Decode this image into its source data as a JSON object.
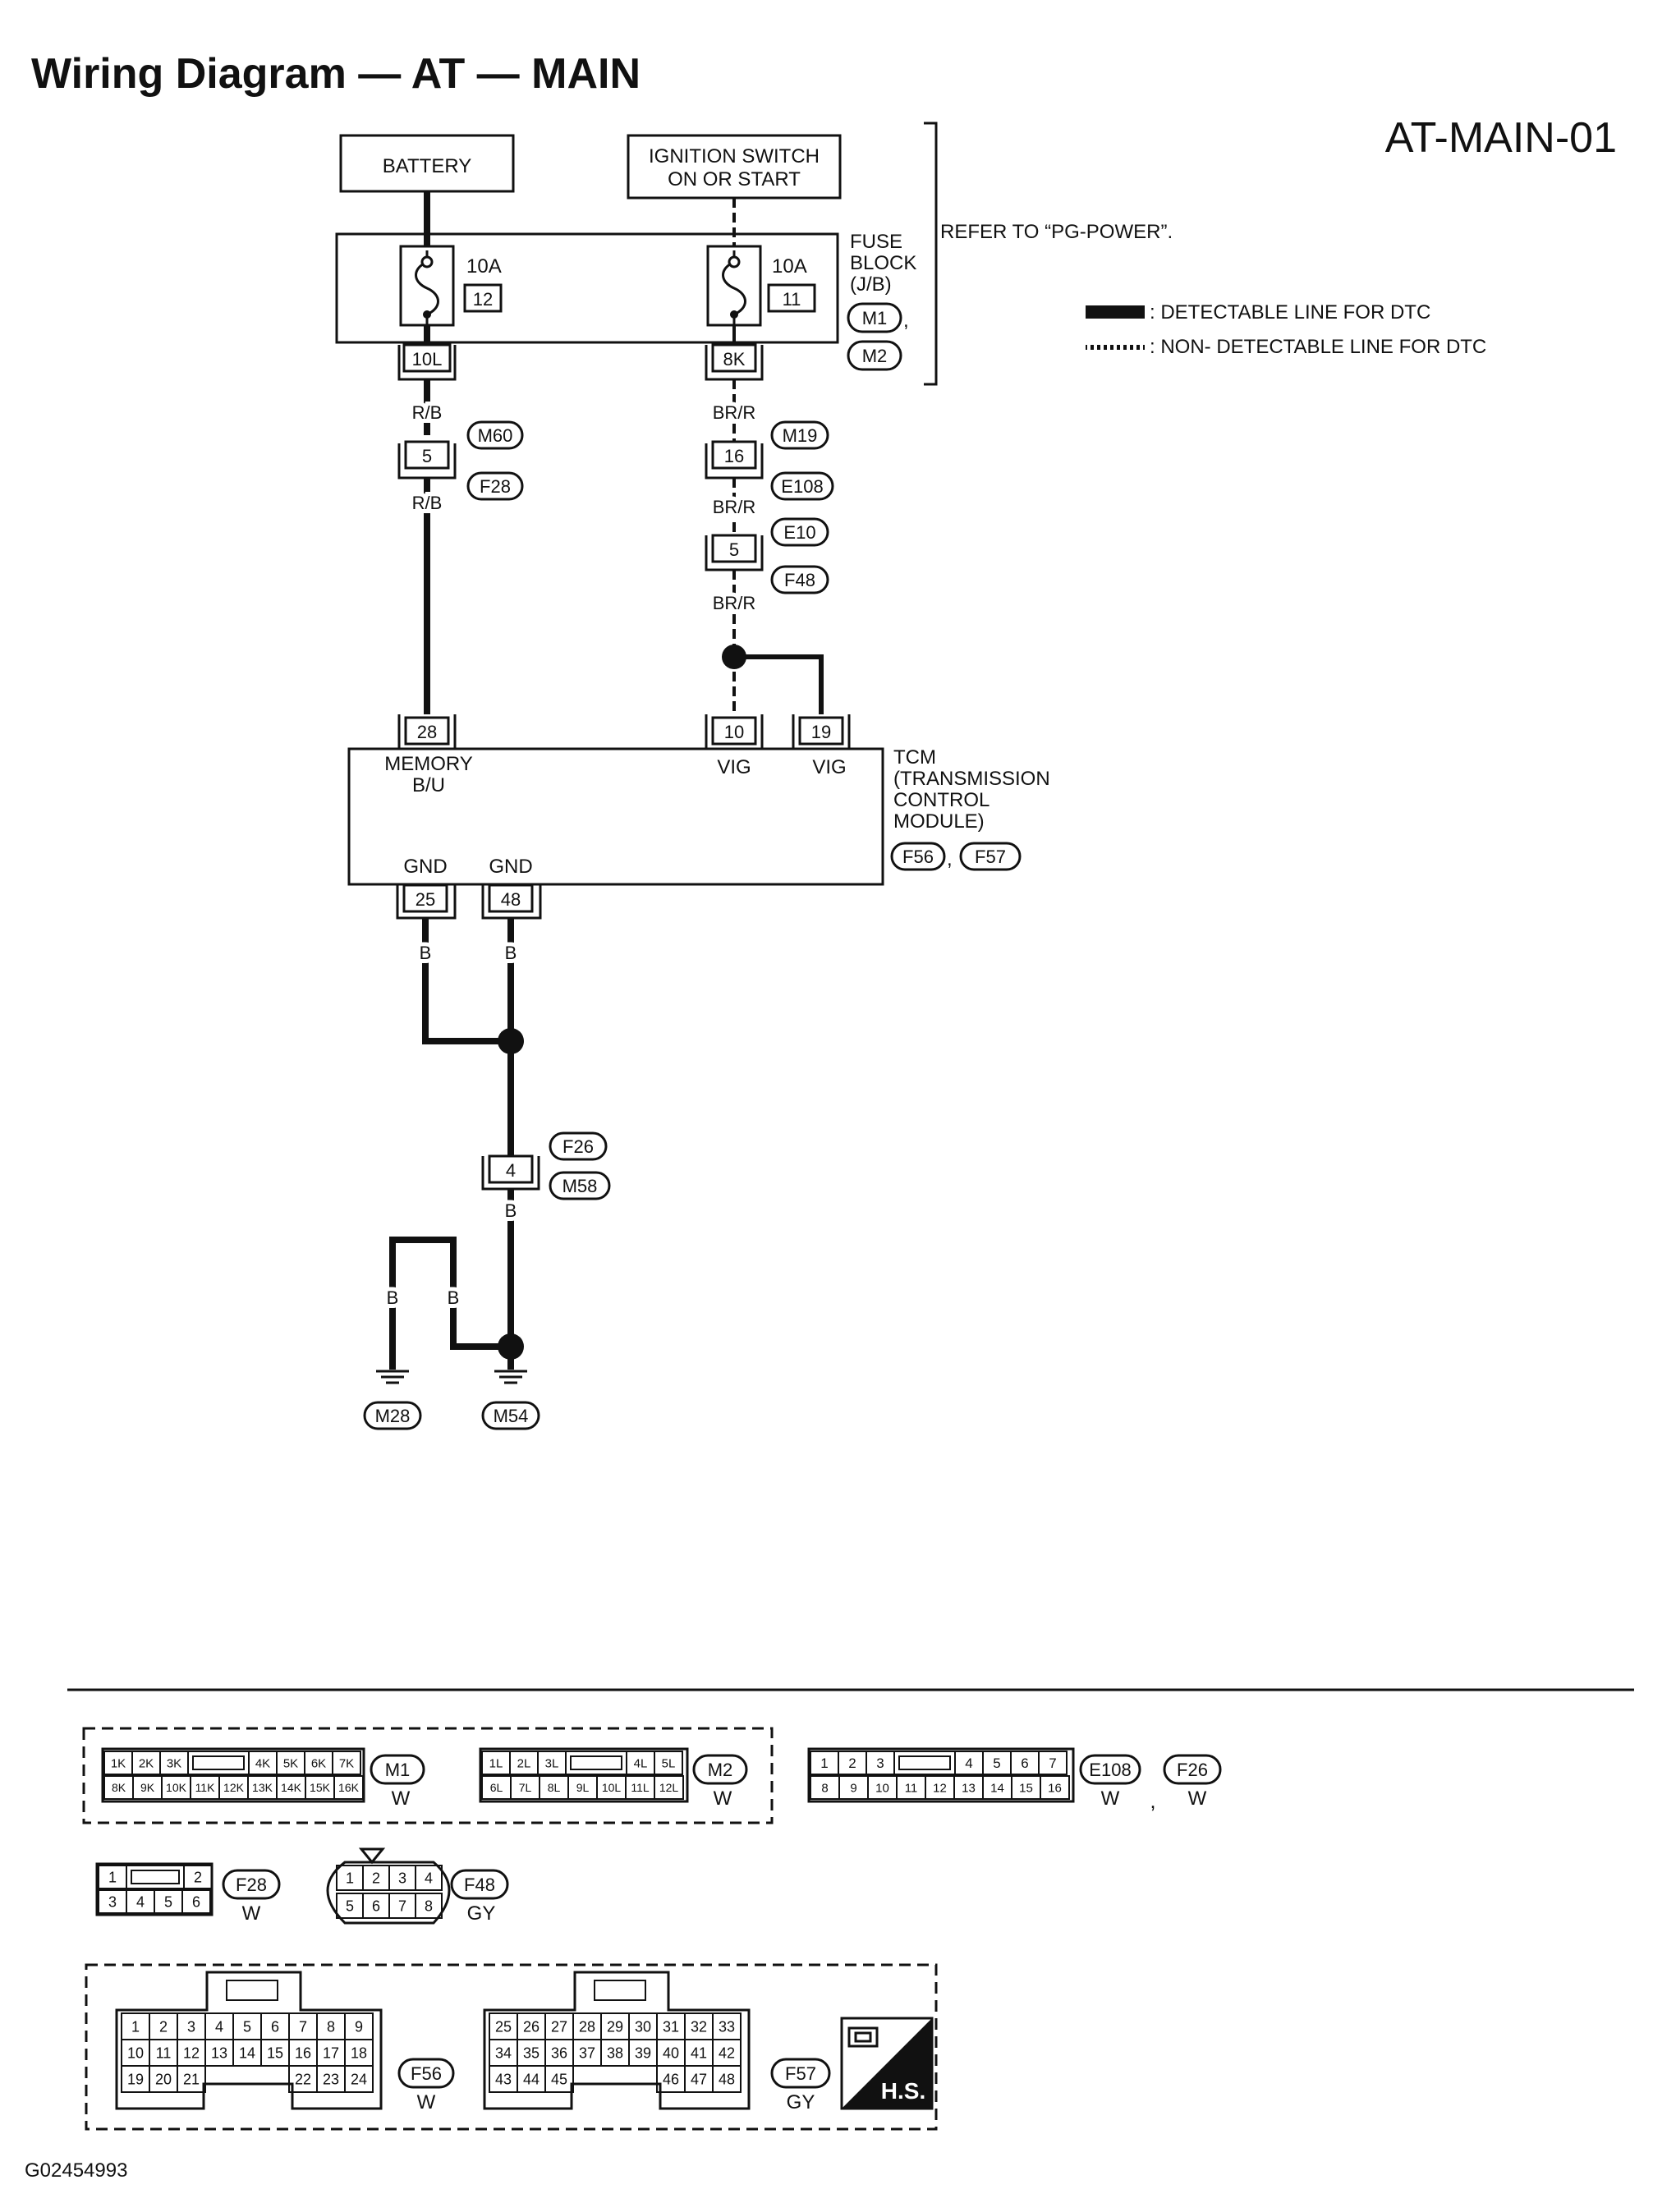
{
  "header": {
    "title": "Wiring Diagram — AT — MAIN",
    "page_id": "AT-MAIN-01"
  },
  "footer": {
    "code": "G02454993"
  },
  "power": {
    "battery": "BATTERY",
    "ign_line1": "IGNITION SWITCH",
    "ign_line2": "ON OR START",
    "refer": "REFER TO “PG-POWER”."
  },
  "fuse_block": {
    "label1": "FUSE",
    "label2": "BLOCK",
    "label3": "(J/B)",
    "conn1": "M1",
    "conn2": "M2",
    "comma": ",",
    "fuse_a_amp": "10A",
    "fuse_a_no": "12",
    "fuse_a_term": "10L",
    "fuse_b_amp": "10A",
    "fuse_b_no": "11",
    "fuse_b_term": "8K"
  },
  "legend": {
    "detectable": ": DETECTABLE LINE FOR DTC",
    "non_detectable": ": NON- DETECTABLE LINE FOR DTC"
  },
  "left_branch": {
    "color1": "R/B",
    "pin": "5",
    "conn_a": "M60",
    "conn_b": "F28",
    "color2": "R/B"
  },
  "right_branch": {
    "color1": "BR/R",
    "pin1": "16",
    "conn1a": "M19",
    "conn1b": "E108",
    "color2": "BR/R",
    "pin2": "5",
    "conn2a": "E10",
    "conn2b": "F48",
    "color3": "BR/R"
  },
  "tcm": {
    "pin_memory": "28",
    "memory1": "MEMORY",
    "memory2": "B/U",
    "pin_vig1": "10",
    "vig1": "VIG",
    "pin_vig2": "19",
    "vig2": "VIG",
    "name1": "TCM",
    "name2": "(TRANSMISSION",
    "name3": "CONTROL",
    "name4": "MODULE)",
    "conn1": "F56",
    "conn2": "F57",
    "comma": ",",
    "gnd1": "GND",
    "pin_gnd1": "25",
    "gnd2": "GND",
    "pin_gnd2": "48"
  },
  "ground": {
    "wire1": "B",
    "wire2": "B",
    "mid_conn_a": "F26",
    "mid_pin": "4",
    "mid_conn_b": "M58",
    "wire3": "B",
    "wire4": "B",
    "wire5": "B",
    "gnd_left": "M28",
    "gnd_right": "M54"
  },
  "connectors": {
    "m1": {
      "top": [
        "1K",
        "2K",
        "3K",
        "",
        "4K",
        "5K",
        "6K",
        "7K"
      ],
      "bottom": [
        "8K",
        "9K",
        "10K",
        "11K",
        "12K",
        "13K",
        "14K",
        "15K",
        "16K"
      ],
      "id": "M1",
      "color": "W"
    },
    "m2": {
      "top": [
        "1L",
        "2L",
        "3L",
        "",
        "4L",
        "5L"
      ],
      "bottom": [
        "6L",
        "7L",
        "8L",
        "9L",
        "10L",
        "11L",
        "12L"
      ],
      "id": "M2",
      "color": "W"
    },
    "e108": {
      "top": [
        "1",
        "2",
        "3",
        "",
        "4",
        "5",
        "6",
        "7"
      ],
      "bottom": [
        "8",
        "9",
        "10",
        "11",
        "12",
        "13",
        "14",
        "15",
        "16"
      ],
      "id1": "E108",
      "id2": "F26",
      "color1": "W",
      "sep": ",",
      "color2": "W"
    },
    "f28": {
      "top": [
        "1",
        "",
        "2"
      ],
      "bottom": [
        "3",
        "4",
        "5",
        "6"
      ],
      "id": "F28",
      "color": "W"
    },
    "f48": {
      "top": [
        "1",
        "2",
        "3",
        "4"
      ],
      "bottom": [
        "5",
        "6",
        "7",
        "8"
      ],
      "id": "F48",
      "color": "GY"
    },
    "f56": {
      "row1": [
        "1",
        "2",
        "3",
        "4",
        "5",
        "6",
        "7",
        "8",
        "9"
      ],
      "row2": [
        "10",
        "11",
        "12",
        "13",
        "14",
        "15",
        "16",
        "17",
        "18"
      ],
      "row3a": [
        "19",
        "20",
        "21"
      ],
      "row3b": [
        "22",
        "23",
        "24"
      ],
      "id": "F56",
      "color": "W"
    },
    "f57": {
      "row1": [
        "25",
        "26",
        "27",
        "28",
        "29",
        "30",
        "31",
        "32",
        "33"
      ],
      "row2": [
        "34",
        "35",
        "36",
        "37",
        "38",
        "39",
        "40",
        "41",
        "42"
      ],
      "row3a": [
        "43",
        "44",
        "45"
      ],
      "row3b": [
        "46",
        "47",
        "48"
      ],
      "id": "F57",
      "color": "GY"
    },
    "hs": "H.S."
  }
}
